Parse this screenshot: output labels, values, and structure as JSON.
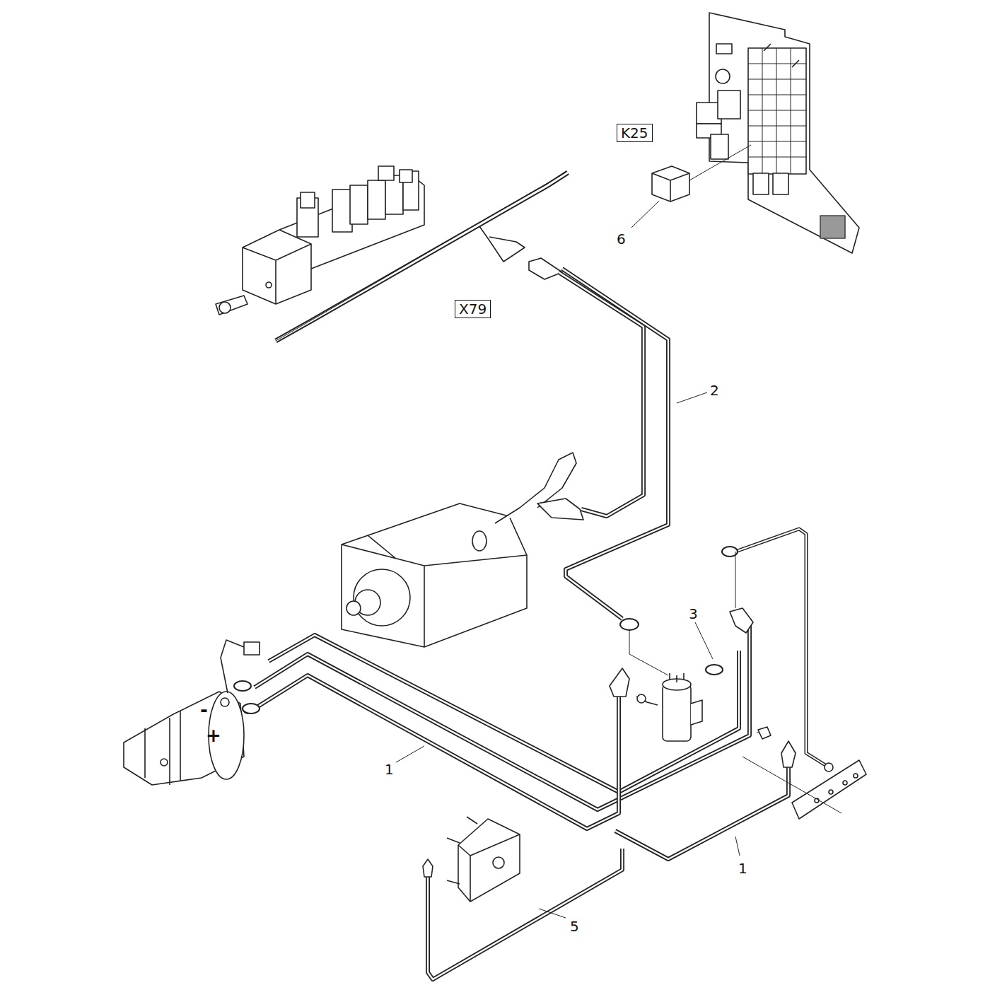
{
  "diagram": {
    "nodes": [
      {
        "text": [
          "K25"
        ]
      },
      {
        "text": [
          "X79"
        ]
      }
    ],
    "labels": [
      "6",
      "2",
      "3",
      "1",
      "1",
      "5",
      "-",
      "+"
    ]
  }
}
